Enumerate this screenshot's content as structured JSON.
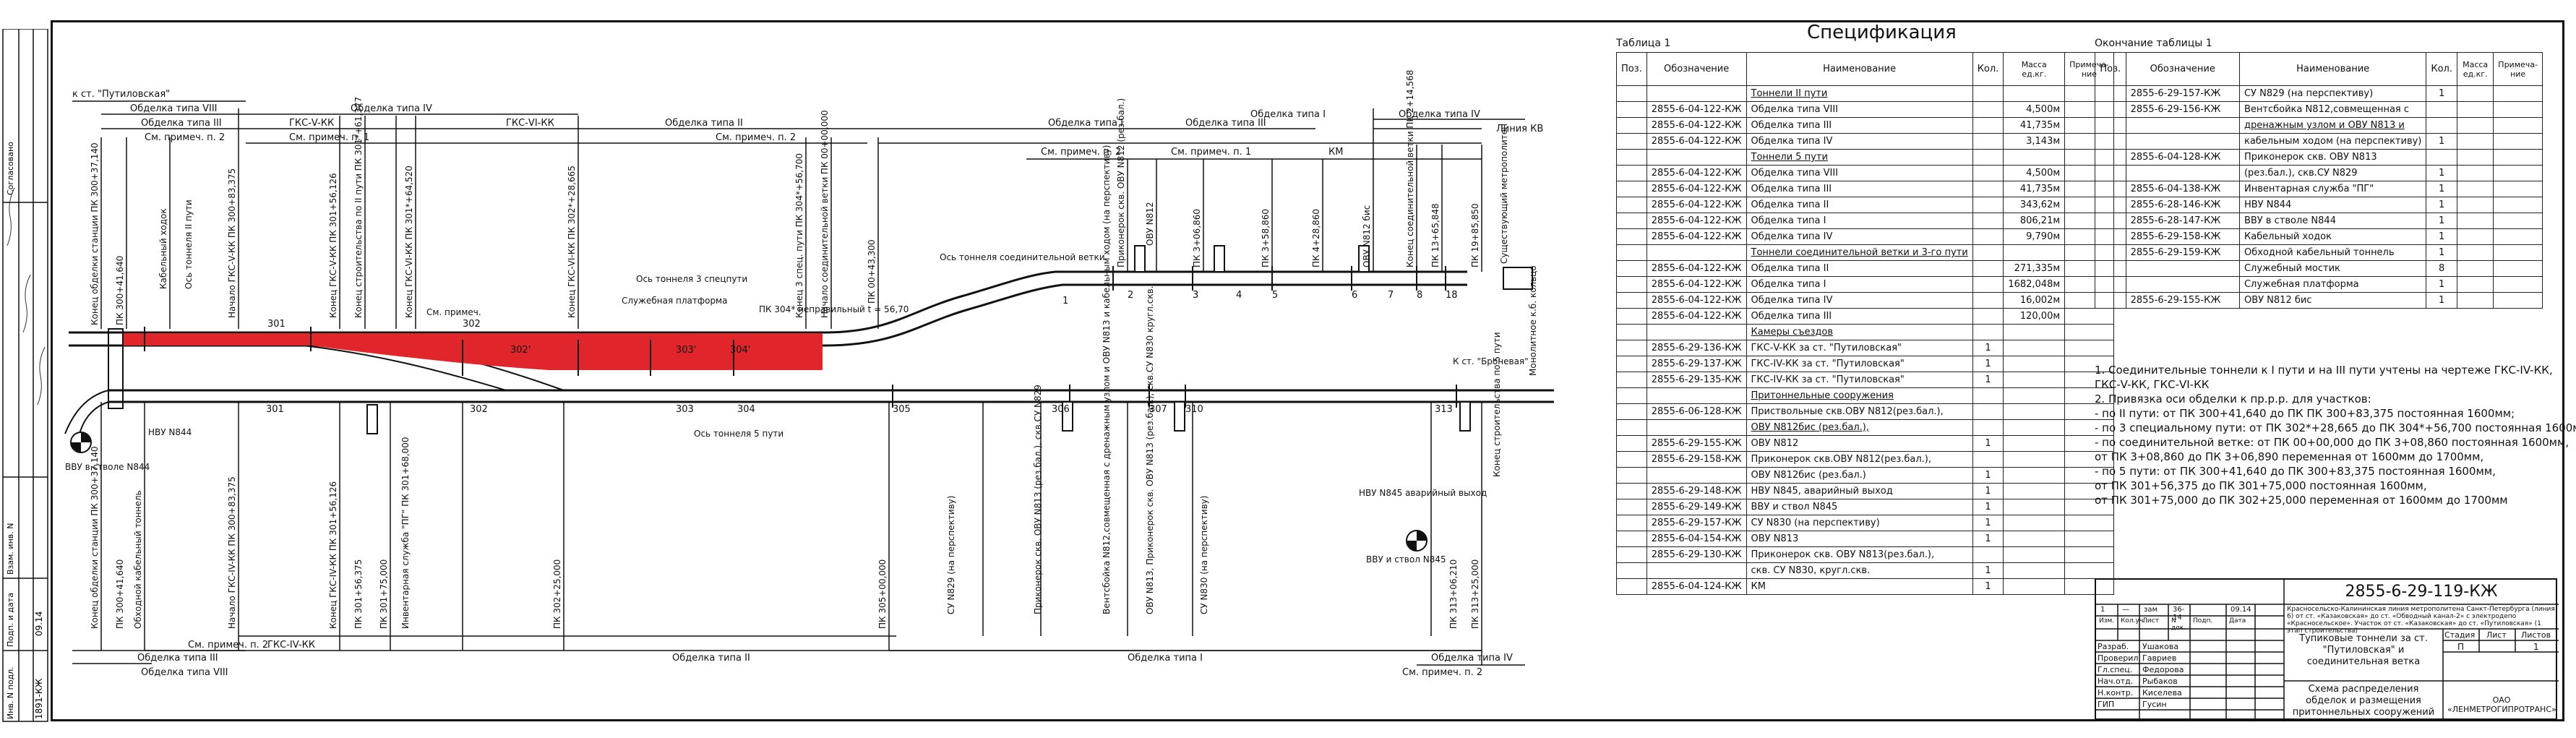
{
  "spec": {
    "title": "Спецификация",
    "table1_label": "Таблица 1",
    "table2_label": "Окончание таблицы 1",
    "headers": [
      "Поз.",
      "Обозначение",
      "Наименование",
      "Кол.",
      "Масса ед.кг.",
      "Примеча-ние"
    ],
    "rows1": [
      [
        "",
        "",
        "Тоннели II пути",
        "",
        "",
        ""
      ],
      [
        "",
        "2855-6-04-122-КЖ",
        "Обделка типа VIII",
        "",
        "4,500м",
        ""
      ],
      [
        "",
        "2855-6-04-122-КЖ",
        "Обделка типа III",
        "",
        "41,735м",
        ""
      ],
      [
        "",
        "2855-6-04-122-КЖ",
        "Обделка типа IV",
        "",
        "3,143м",
        ""
      ],
      [
        "",
        "",
        "Тоннели 5 пути",
        "",
        "",
        ""
      ],
      [
        "",
        "2855-6-04-122-КЖ",
        "Обделка типа VIII",
        "",
        "4,500м",
        ""
      ],
      [
        "",
        "2855-6-04-122-КЖ",
        "Обделка типа III",
        "",
        "41,735м",
        ""
      ],
      [
        "",
        "2855-6-04-122-КЖ",
        "Обделка типа II",
        "",
        "343,62м",
        ""
      ],
      [
        "",
        "2855-6-04-122-КЖ",
        "Обделка типа I",
        "",
        "806,21м",
        ""
      ],
      [
        "",
        "2855-6-04-122-КЖ",
        "Обделка типа IV",
        "",
        "9,790м",
        ""
      ],
      [
        "",
        "",
        "Тоннели соединительной ветки и 3-го пути",
        "",
        "",
        ""
      ],
      [
        "",
        "2855-6-04-122-КЖ",
        "Обделка типа II",
        "",
        "271,335м",
        ""
      ],
      [
        "",
        "2855-6-04-122-КЖ",
        "Обделка типа I",
        "",
        "1682,048м",
        ""
      ],
      [
        "",
        "2855-6-04-122-КЖ",
        "Обделка типа IV",
        "",
        "16,002м",
        ""
      ],
      [
        "",
        "2855-6-04-122-КЖ",
        "Обделка типа III",
        "",
        "120,00м",
        ""
      ],
      [
        "",
        "",
        "Камеры съездов",
        "",
        "",
        ""
      ],
      [
        "",
        "2855-6-29-136-КЖ",
        "ГКС-V-КК за ст. \"Путиловская\"",
        "1",
        "",
        ""
      ],
      [
        "",
        "2855-6-29-137-КЖ",
        "ГКС-IV-КК за ст. \"Путиловская\"",
        "1",
        "",
        ""
      ],
      [
        "",
        "2855-6-29-135-КЖ",
        "ГКС-IV-КК за ст. \"Путиловская\"",
        "1",
        "",
        ""
      ],
      [
        "",
        "",
        "Притоннельные сооружения",
        "",
        "",
        ""
      ],
      [
        "",
        "2855-6-06-128-КЖ",
        "Приствольные скв.ОВУ N812(рез.бал.),",
        "",
        "",
        ""
      ],
      [
        "",
        "",
        "ОВУ N812бис (рез.бал.),",
        "",
        "",
        ""
      ],
      [
        "",
        "2855-6-29-155-КЖ",
        "ОВУ N812",
        "1",
        "",
        ""
      ],
      [
        "",
        "2855-6-29-158-КЖ",
        "Приконерок скв.ОВУ N812(рез.бал.),",
        "",
        "",
        ""
      ],
      [
        "",
        "",
        "ОВУ N812бис (рез.бал.)",
        "1",
        "",
        ""
      ],
      [
        "",
        "2855-6-29-148-КЖ",
        "НВУ N845, аварийный выход",
        "1",
        "",
        ""
      ],
      [
        "",
        "2855-6-29-149-КЖ",
        "ВВУ и ствол N845",
        "1",
        "",
        ""
      ],
      [
        "",
        "2855-6-29-157-КЖ",
        "СУ N830 (на перспективу)",
        "1",
        "",
        ""
      ],
      [
        "",
        "2855-6-04-154-КЖ",
        "ОВУ N813",
        "1",
        "",
        ""
      ],
      [
        "",
        "2855-6-29-130-КЖ",
        "Приконерок скв. ОВУ N813(рез.бал.),",
        "",
        "",
        ""
      ],
      [
        "",
        "",
        "скв. СУ N830, кругл.скв.",
        "1",
        "",
        ""
      ],
      [
        "",
        "2855-6-04-124-КЖ",
        "КМ",
        "1",
        "",
        ""
      ]
    ],
    "rows2": [
      [
        "",
        "2855-6-29-157-КЖ",
        "СУ N829 (на перспективу)",
        "1",
        "",
        ""
      ],
      [
        "",
        "2855-6-29-156-КЖ",
        "Вентсбойка N812,совмещенная с",
        "",
        "",
        ""
      ],
      [
        "",
        "",
        "дренажным узлом и ОВУ N813 и",
        "",
        "",
        ""
      ],
      [
        "",
        "",
        "кабельным ходом (на перспективу)",
        "1",
        "",
        ""
      ],
      [
        "",
        "2855-6-04-128-КЖ",
        "Приконерок скв. ОВУ N813",
        "",
        "",
        ""
      ],
      [
        "",
        "",
        "(рез.бал.), скв.СУ N829",
        "1",
        "",
        ""
      ],
      [
        "",
        "2855-6-04-138-КЖ",
        "Инвентарная служба \"ПГ\"",
        "1",
        "",
        ""
      ],
      [
        "",
        "2855-6-28-146-КЖ",
        "НВУ N844",
        "1",
        "",
        ""
      ],
      [
        "",
        "2855-6-28-147-КЖ",
        "ВВУ в стволе N844",
        "1",
        "",
        ""
      ],
      [
        "",
        "2855-6-29-158-КЖ",
        "Кабельный ходок",
        "1",
        "",
        ""
      ],
      [
        "",
        "2855-6-29-159-КЖ",
        "Обходной кабельный тоннель",
        "1",
        "",
        ""
      ],
      [
        "",
        "",
        "Служебный мостик",
        "8",
        "",
        ""
      ],
      [
        "",
        "",
        "Служебная платформа",
        "1",
        "",
        ""
      ],
      [
        "",
        "2855-6-29-155-КЖ",
        "ОВУ N812 бис",
        "1",
        "",
        ""
      ]
    ],
    "notes": [
      "1. Соединительные тоннели к I пути и на III пути учтены на чертеже ГКС-IV-КК,",
      "ГКС-V-КК, ГКС-VI-КК",
      "2. Привязка оси обделки к пр.р.р. для участков:",
      "- по II пути: от ПК 300+41,640 до ПК ПК 300+83,375 постоянная 1600мм;",
      "- по 3 специальному пути: от ПК 302*+28,665 до ПК 304*+56,700 постоянная 1600мм,",
      "- по соединительной ветке: от ПК 00+00,000 до ПК 3+08,860 постоянная 1600мм,",
      "от ПК 3+08,860 до ПК 3+06,890 переменная от 1600мм до 1700мм,",
      "- по 5 пути: от ПК 300+41,640 до ПК 300+83,375 постоянная 1600мм,",
      "от ПК 301+56,375 до ПК 301+75,000 постоянная 1600мм,",
      "от ПК 301+75,000 до ПК 302+25,000 переменная от 1600мм до 1700мм"
    ]
  },
  "stamp": {
    "code": "2855-6-29-119-КЖ",
    "project": "Красносельско-Калининская линия метрополитена Санкт-Петербурга (линия 6) от ст. «Казаковская» до ст. «Обводный канал-2» с электродепо «Красносельское». Участок от ст. «Казаковская» до ст. «Путиловская» (1 этап строительства)",
    "title": "Тупиковые тоннели за ст. \"Путиловская\" и соединительная ветка",
    "sheet_title": "Схема распределения обделок и размещения притоннельных сооружений",
    "stage_label": "Стадия",
    "sheet_label": "Лист",
    "sheets_label": "Листов",
    "stage": "П",
    "sheet": "",
    "sheets": "1",
    "company": "ОАО «ЛЕНМЕТРОГИПРОТРАНС»",
    "roles": [
      "Разраб.",
      "Проверил",
      "Гл.спец.",
      "Нач.отд.",
      "Н.контр.",
      "ГИП"
    ],
    "names": [
      "Ушакова",
      "Гавриев",
      "Федорова",
      "Рыбаков",
      "Киселева",
      "Гусин"
    ],
    "change_row": [
      "1",
      "—",
      "зам",
      "36-14",
      "",
      "09.14"
    ],
    "change_header": [
      "Изм.",
      "Кол.уч.",
      "Лист",
      "N док.",
      "Подп.",
      "Дата"
    ]
  },
  "diagram": {
    "labels_top": [
      "к ст. \"Путиловская\"",
      "Обделка типа VIII",
      "Обделка типа III",
      "ГКС-V-КК",
      "Обделка типа IV",
      "ГКС-VI-КК",
      "Обделка типа II",
      "Обделка типа I",
      "Обделка типа III",
      "Обделка типа I",
      "Обделка типа IV",
      "Линия КВ",
      "См. примеч. п. 2",
      "См. примеч. п. 1",
      "См. примеч. п. 2",
      "См. примеч. п. 2",
      "См. примеч. п. 1",
      "КМ"
    ],
    "labels_mid": [
      "Конец обделки станции ПК 300+37,140",
      "ПК 300+41,640",
      "Кабельный ходок",
      "Ось тоннеля II пути",
      "Начало ГКС-V-КК ПК 300+83,375",
      "Конец ГКС-V-КК ПК 301+56,126",
      "Конец строительства по II пути ПК 301*+61,377",
      "Конец ГКС-VI-КК ПК 301*+64,520",
      "Конец ГКС-VI-КК ПК 302*+28,665",
      "Ось тоннеля 3 спецпути",
      "Служебная платформа",
      "ПК 304* неправильный t = 56,70",
      "Конец 3 спец. пути ПК 304*+56,700",
      "Начало соединительной ветки ПК 00+00,000",
      "ПК 00+43,300",
      "Ось тоннеля соединительной ветки",
      "Приконерок скв. ОВУ N812 (рез.бал.)",
      "ОВУ N812",
      "ПК 3+06,860",
      "ПК 3+58,860",
      "ПК 4+28,860",
      "ОВУ N812 бис",
      "Конец соединительной ветки ПК 2+14,568",
      "ПК 13+65,848",
      "ПК 19+85,850",
      "Существующий метрополитен",
      "Монолитное к.б. кольцо",
      "См. примеч.",
      "К ст. \"Броневая\"",
      "Ось тоннеля 5 пути",
      "ВВУ в стволе N844",
      "НВУ N844",
      "НВУ N845 аварийный выход",
      "ВВУ и ствол N845"
    ],
    "labels_bottom": [
      "Конец обделки станции ПК 300+37,140",
      "ПК 300+41,640",
      "Обходной кабельный тоннель",
      "Начало ГКС-IV-КК ПК 300+83,375",
      "Конец ГКС-IV-КК ПК 301+56,126",
      "ПК 301+56,375",
      "ПК 301+75,000",
      "Инвентарная служба \"ПГ\" ПК 301+68,000",
      "ПК 302+25,000",
      "ПК 305+00,000",
      "СУ N829 (на перспективу)",
      "Приконерок скв. ОВУ N813 (рез.бал.), скв.СУ N829",
      "Вентсбойка N812,совмещенная с дренажным узлом и ОВУ N813 и кабельным ходом (на перспективу)",
      "ОВУ N813, Приконерок скв. ОВУ N813 (рез.бал.), скв.СУ N830 кругл.скв.",
      "СУ N830 (на перспективу)",
      "ПК 313+06,210",
      "ПК 313+25,000",
      "Конец строительства по 5 пути",
      "Обделка типа III",
      "Обделка типа VIII",
      "См. примеч. п. 2",
      "ГКС-IV-КК",
      "Обделка типа II",
      "Обделка типа I",
      "Обделка типа IV",
      "См. примеч. п. 2"
    ],
    "piket_numbers": [
      "301",
      "302",
      "302'",
      "303'",
      "304'",
      "301",
      "302",
      "303",
      "304",
      "305",
      "306",
      "307",
      "310",
      "313",
      "1",
      "2",
      "3",
      "4",
      "5",
      "6",
      "7",
      "8",
      "18"
    ],
    "highlight_color": "#e0262a"
  },
  "side_stamp": {
    "labels": [
      "Инв. N подл.",
      "Подп. и дата",
      "Взам. инв. N",
      "Согласовано"
    ],
    "values": [
      "1891-КЖ",
      "09.14"
    ]
  }
}
